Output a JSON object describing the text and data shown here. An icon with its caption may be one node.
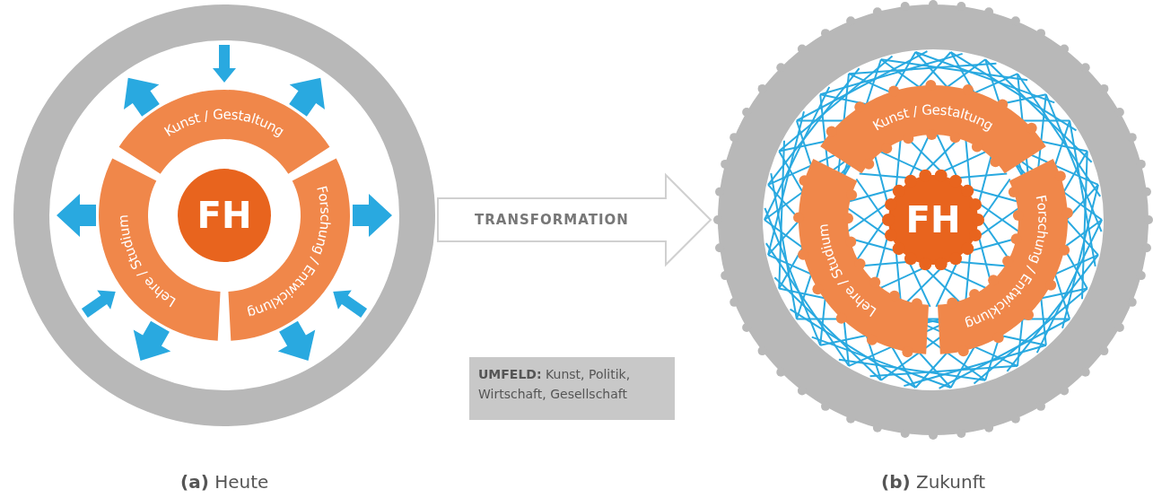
{
  "diagram": {
    "nodes": [
      {
        "text": [],
        "shape": "circle",
        "beside": [
          "**(a)** Heute"
        ]
      },
      {
        "text": [
          "FH"
        ],
        "in": 0
      },
      {
        "text": [
          "Kunst / Gestaltung"
        ],
        "in": 0
      },
      {
        "text": [
          "Forschung / Entwicklung"
        ],
        "in": 0
      },
      {
        "text": [
          "Lehre / Studium"
        ],
        "in": 0
      },
      {
        "text": [],
        "shape": "circle",
        "beside": [
          "**(b)** Zukunft"
        ]
      },
      {
        "text": [
          "FH"
        ],
        "in": 5
      },
      {
        "text": [
          "Kunst / Gestaltung"
        ],
        "in": 5
      },
      {
        "text": [
          "Forschung / Entwicklung"
        ],
        "in": 5
      },
      {
        "text": [
          "Lehre / Studium"
        ],
        "in": 5
      },
      {
        "text": [
          "**UMFELD:** Kunst, Politik, Wirtschaft, Gesellschaft"
        ]
      }
    ],
    "edges": [
      {
        "from": 0,
        "to": 5,
        "arrow": "to",
        "label": "TRANSFORMATION"
      }
    ]
  }
}
